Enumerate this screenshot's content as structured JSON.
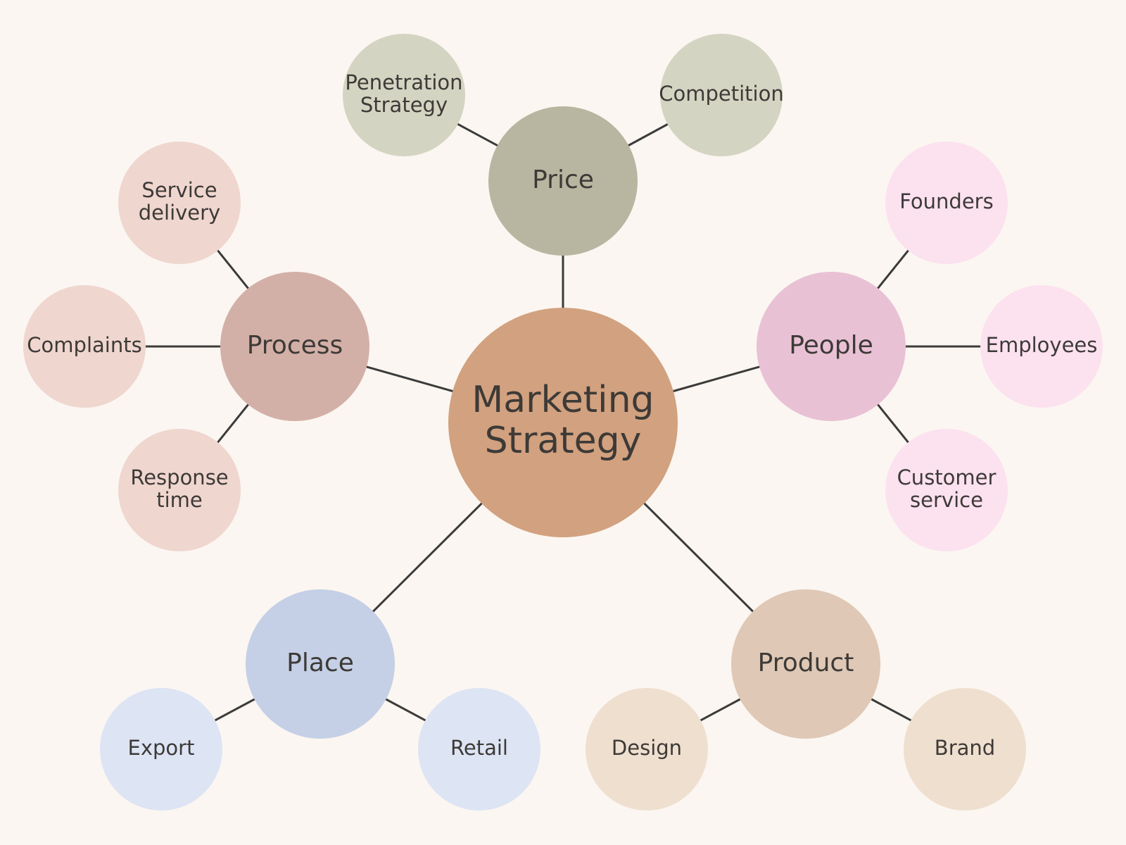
{
  "diagram": {
    "center": {
      "id": "marketing",
      "label": [
        "Marketing",
        "Strategy"
      ],
      "color": "#d2a17f"
    },
    "branches": [
      {
        "id": "price",
        "label": [
          "Price"
        ],
        "color": "#b8b6a0",
        "children": [
          {
            "id": "penetration",
            "label": [
              "Penetration",
              "Strategy"
            ],
            "color": "#d4d4c2"
          },
          {
            "id": "competition",
            "label": [
              "Competition"
            ],
            "color": "#d4d4c2"
          }
        ]
      },
      {
        "id": "process",
        "label": [
          "Process"
        ],
        "color": "#d3b0a7",
        "children": [
          {
            "id": "service-delivery",
            "label": [
              "Service",
              "delivery"
            ],
            "color": "#efd6cf"
          },
          {
            "id": "complaints",
            "label": [
              "Complaints"
            ],
            "color": "#efd6cf"
          },
          {
            "id": "response-time",
            "label": [
              "Response",
              "time"
            ],
            "color": "#efd6cf"
          }
        ]
      },
      {
        "id": "people",
        "label": [
          "People"
        ],
        "color": "#e9c1d5",
        "children": [
          {
            "id": "founders",
            "label": [
              "Founders"
            ],
            "color": "#fce1ef"
          },
          {
            "id": "employees",
            "label": [
              "Employees"
            ],
            "color": "#fce1ef"
          },
          {
            "id": "customer-service",
            "label": [
              "Customer",
              "service"
            ],
            "color": "#fce1ef"
          }
        ]
      },
      {
        "id": "place",
        "label": [
          "Place"
        ],
        "color": "#c5d0e6",
        "children": [
          {
            "id": "export",
            "label": [
              "Export"
            ],
            "color": "#dde4f4"
          },
          {
            "id": "retail",
            "label": [
              "Retail"
            ],
            "color": "#dde4f4"
          }
        ]
      },
      {
        "id": "product",
        "label": [
          "Product"
        ],
        "color": "#dfc8b5",
        "children": [
          {
            "id": "design",
            "label": [
              "Design"
            ],
            "color": "#efdfcf"
          },
          {
            "id": "brand",
            "label": [
              "Brand"
            ],
            "color": "#efdfcf"
          }
        ]
      }
    ]
  }
}
